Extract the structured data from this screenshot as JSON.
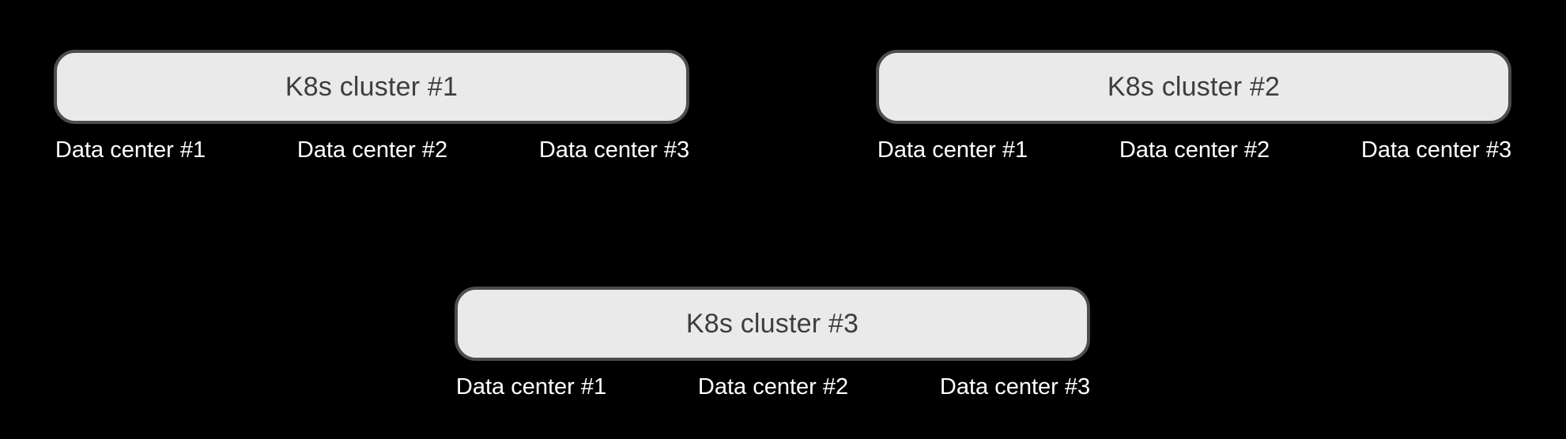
{
  "background": "#000000",
  "colors": {
    "cloud_fill": "#6b7ea9",
    "cloud_stroke": "#164280",
    "cluster_fill": "#eaeaea",
    "cluster_stroke": "#4d4d4d",
    "cluster_text": "#3d3d3d",
    "datacenter_text": "#ffffff"
  },
  "icons": {
    "cloud": "cloud-shape"
  },
  "diagram": {
    "clusters": [
      {
        "label": "K8s cluster #1",
        "datacenters": [
          {
            "label": "Data center #1"
          },
          {
            "label": "Data center #2"
          },
          {
            "label": "Data center #3"
          }
        ]
      },
      {
        "label": "K8s cluster #2",
        "datacenters": [
          {
            "label": "Data center #1"
          },
          {
            "label": "Data center #2"
          },
          {
            "label": "Data center #3"
          }
        ]
      },
      {
        "label": "K8s cluster #3",
        "datacenters": [
          {
            "label": "Data center #1"
          },
          {
            "label": "Data center #2"
          },
          {
            "label": "Data center #3"
          }
        ]
      }
    ]
  }
}
